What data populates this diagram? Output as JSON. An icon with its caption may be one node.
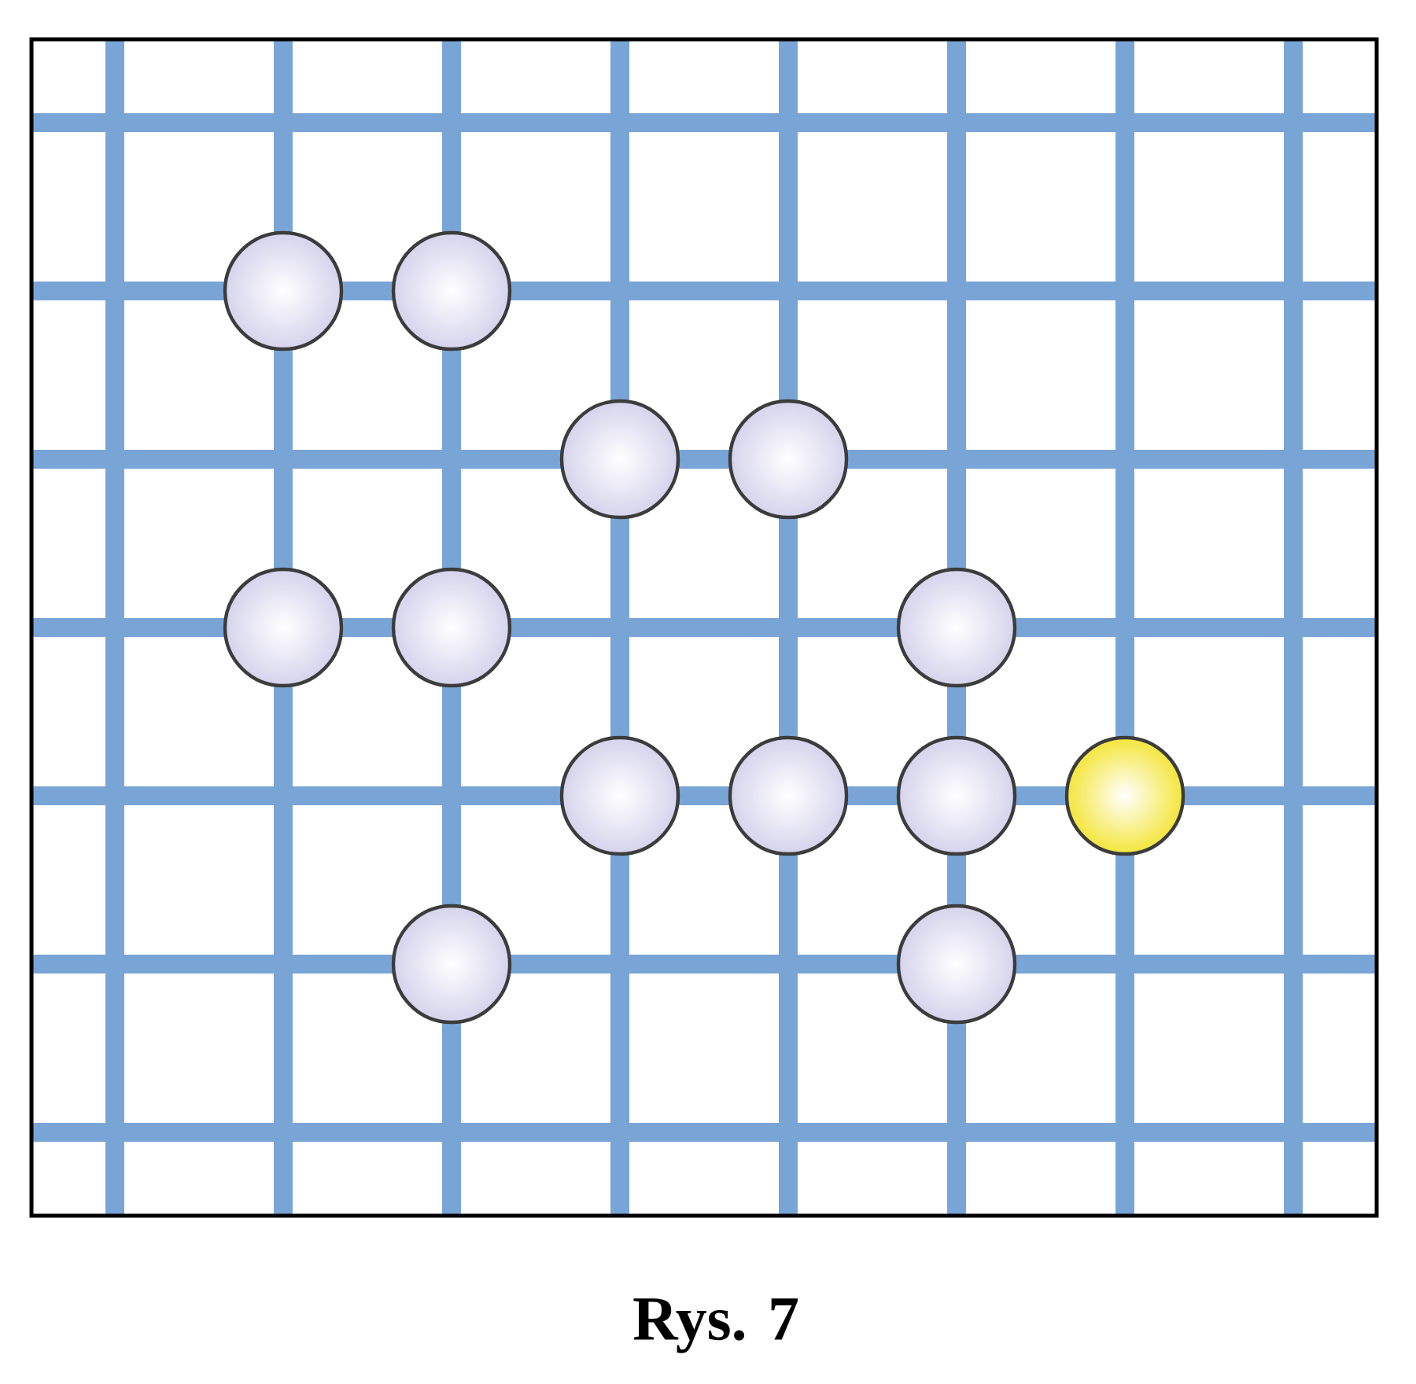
{
  "diagram": {
    "caption": "Rys. 7",
    "nodes": [
      {
        "text": [],
        "shape": "circle"
      },
      {
        "text": [],
        "shape": "circle"
      },
      {
        "text": [],
        "shape": "circle"
      },
      {
        "text": [],
        "shape": "circle"
      },
      {
        "text": [],
        "shape": "circle"
      },
      {
        "text": [],
        "shape": "circle"
      },
      {
        "text": [],
        "shape": "circle"
      },
      {
        "text": [],
        "shape": "circle"
      },
      {
        "text": [],
        "shape": "circle"
      },
      {
        "text": [],
        "shape": "circle"
      },
      {
        "text": [],
        "shape": "circle"
      },
      {
        "text": [],
        "shape": "circle"
      },
      {
        "text": [],
        "shape": "circle"
      }
    ]
  }
}
